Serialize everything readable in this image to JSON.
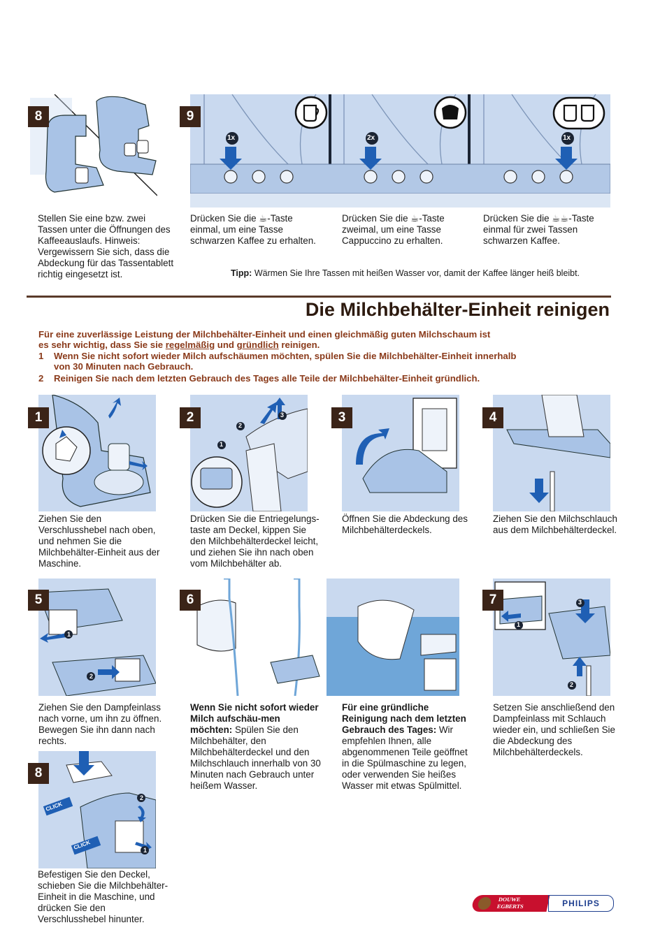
{
  "top": {
    "step8": {
      "number": "8",
      "caption": "Stellen Sie eine bzw. zwei Tassen unter die Öffnungen des Kaffeeauslaufs. Hinweis: Vergewissern Sie sich, dass die Abdeckung für das Tassentablett richtig eingesetzt ist."
    },
    "step9": {
      "number": "9",
      "panels": [
        {
          "count": "1x",
          "caption": "Drücken Sie die ☕-Taste einmal, um eine Tasse schwarzen Kaffee zu erhalten."
        },
        {
          "count": "2x",
          "caption": "Drücken Sie die ☕-Taste zweimal, um eine Tasse Cappuccino zu erhalten."
        },
        {
          "count": "1x",
          "caption": "Drücken Sie die ☕☕-Taste einmal für zwei Tassen schwarzen Kaffee."
        }
      ]
    },
    "tip_label": "Tipp:",
    "tip_text": "Wärmen Sie Ihre Tassen mit heißen Wasser vor, damit der Kaffee länger heiß bleibt."
  },
  "section": {
    "title": "Die Milchbehälter-Einheit reinigen",
    "intro_1": "Für eine zuverlässige Leistung der Milchbehälter-Einheit und einen gleichmäßig guten Milchschaum ist",
    "intro_2a": "es sehr wichtig, dass Sie sie ",
    "intro_2b": "regelmäßig",
    "intro_2c": " und ",
    "intro_2d": "gründlich",
    "intro_2e": " reinigen.",
    "item1_num": "1",
    "item1_a": "Wenn Sie nicht sofort wieder Milch aufschäumen möchten, spülen Sie die Milchbehälter-Einheit innerhalb",
    "item1_b": "von 30 Minuten nach Gebrauch.",
    "item2_num": "2",
    "item2": "Reinigen Sie nach dem letzten Gebrauch des Tages alle Teile der Milchbehälter-Einheit gründlich."
  },
  "steps": [
    {
      "number": "1",
      "caption": "Ziehen Sie den Verschlusshebel nach oben, und nehmen Sie die Milchbehälter-Einheit aus der Maschine."
    },
    {
      "number": "2",
      "caption": "Drücken Sie die Entriegelungs-taste am Deckel, kippen Sie den Milchbehälterdeckel leicht, und ziehen Sie ihn nach oben vom Milchbehälter ab."
    },
    {
      "number": "3",
      "caption": "Öffnen Sie die Abdeckung des Milchbehälterdeckels."
    },
    {
      "number": "4",
      "caption": "Ziehen Sie den Milchschlauch aus dem Milchbehälterdeckel."
    },
    {
      "number": "5",
      "caption": "Ziehen Sie den Dampfeinlass nach vorne, um ihn zu öffnen. Bewegen Sie ihn dann nach rechts."
    },
    {
      "number": "6",
      "caption_a_bold": "Wenn Sie nicht sofort wieder Milch aufschäu-men möchten:",
      "caption_a": " Spülen Sie den Milchbehälter, den Milchbehälterdeckel und den Milchschlauch innerhalb von 30 Minuten nach Gebrauch unter heißem Wasser.",
      "caption_b_bold": "Für eine gründliche Reinigung nach dem letzten Gebrauch des Tages:",
      "caption_b": " Wir empfehlen Ihnen, alle abgenommenen Teile geöffnet in die Spülmaschine zu legen, oder verwenden Sie heißes Wasser mit etwas Spülmittel."
    },
    {
      "number": "7",
      "caption": "Setzen Sie anschließend den Dampfeinlass mit Schlauch wieder ein, und schließen Sie die Abdeckung des Milchbehälterdeckels."
    },
    {
      "number": "8",
      "caption": "Befestigen Sie den Deckel, schieben Sie die Milchbehälter-Einheit in die Maschine, und drücken Sie den Verschlusshebel hinunter."
    }
  ],
  "labels": {
    "click": "CLICK",
    "num1": "1",
    "num2": "2",
    "num3": "3"
  },
  "logos": {
    "de1": "Douwe",
    "de2": "Egberts",
    "philips": "PHILIPS"
  },
  "colors": {
    "accent": "#1f5fb4",
    "panel": "#c9d9ef",
    "brown": "#3b2418",
    "title": "#2d1a0f",
    "intro": "#8a3a1a"
  }
}
